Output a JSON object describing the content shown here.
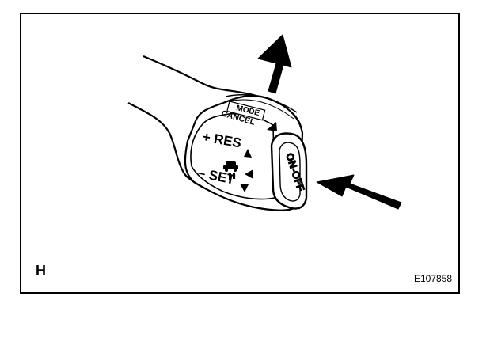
{
  "figure": {
    "corner_letter": "H",
    "figure_code": "E107858"
  },
  "switch": {
    "mode_label": "MODE",
    "cancel_label": "CANCEL",
    "res_label": "+ RES",
    "set_label": "– SET",
    "on_off_label": "ON-OFF"
  },
  "colors": {
    "line": "#000000",
    "background": "#ffffff"
  },
  "icons": [
    "arrow-up-icon",
    "arrow-push-icon",
    "car-distance-icon",
    "triangle-up-icon",
    "triangle-down-icon",
    "triangle-left-icon"
  ]
}
